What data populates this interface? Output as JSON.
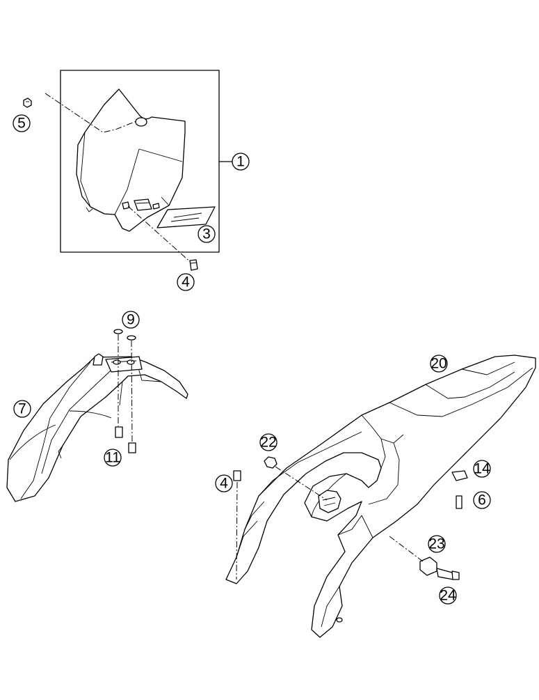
{
  "callouts": [
    {
      "id": "c1",
      "label": "1"
    },
    {
      "id": "c3",
      "label": "3"
    },
    {
      "id": "c4a",
      "label": "4"
    },
    {
      "id": "c5",
      "label": "5"
    },
    {
      "id": "c9",
      "label": "9"
    },
    {
      "id": "c7",
      "label": "7"
    },
    {
      "id": "c11",
      "label": "11"
    },
    {
      "id": "c20",
      "label": "20"
    },
    {
      "id": "c22",
      "label": "22"
    },
    {
      "id": "c4b",
      "label": "4"
    },
    {
      "id": "c14",
      "label": "14"
    },
    {
      "id": "c6",
      "label": "6"
    },
    {
      "id": "c23",
      "label": "23"
    },
    {
      "id": "c24",
      "label": "24"
    }
  ]
}
